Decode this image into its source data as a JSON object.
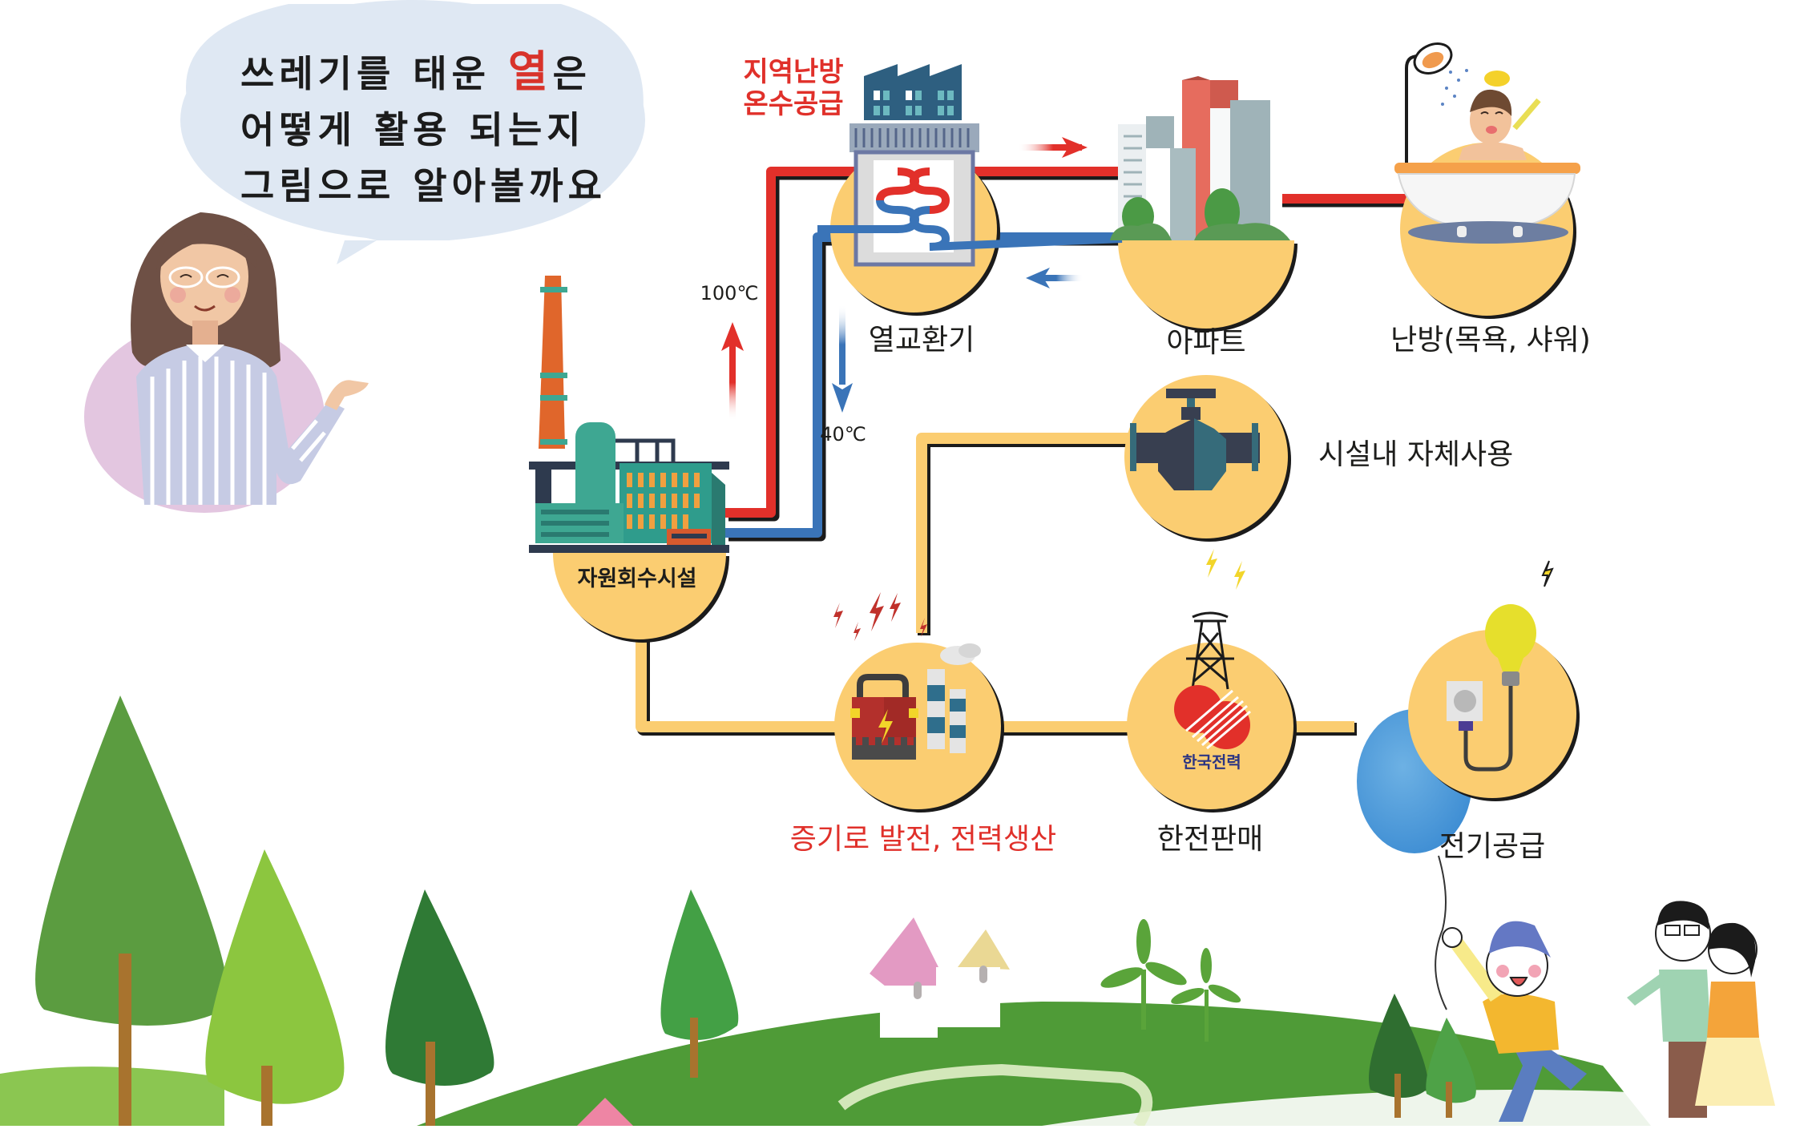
{
  "speech_bubble": {
    "line1_before": "쓰레기를 태운 ",
    "line1_highlight": "열",
    "line1_after": "은",
    "line2": "어떻게 활용 되는지",
    "line3": "그림으로 알아볼까요"
  },
  "diagram": {
    "district_heating_title": [
      "지역난방",
      "온수공급"
    ],
    "temperatures": {
      "supply": "100℃",
      "return": "40℃"
    },
    "nodes": {
      "resource_recovery": {
        "label": "자원회수시설",
        "icon": "incineration-plant-icon"
      },
      "heat_exchanger": {
        "label": "열교환기",
        "icon": "heat-exchanger-icon"
      },
      "apartment": {
        "label": "아파트",
        "icon": "apartment-buildings-icon"
      },
      "heating_bath": {
        "label": "난방(목욕, 샤워)",
        "icon": "bathtub-shower-icon"
      },
      "in_facility_use": {
        "label": "시설내 자체사용",
        "icon": "valve-icon"
      },
      "steam_power": {
        "label": "증기로 발전, 전력생산",
        "icon": "battery-power-plant-icon"
      },
      "kepco_sale": {
        "label": "한전판매",
        "icon": "transmission-tower-icon",
        "logo_text": "한국전력"
      },
      "electricity_supply": {
        "label": "전기공급",
        "icon": "plug-bulb-icon"
      }
    },
    "colors": {
      "hot_pipe": "#e2302a",
      "cold_pipe": "#3a74b8",
      "power_line": "#fbcd71",
      "node_fill": "#fbcd71",
      "highlight_text": "#e0302a"
    }
  }
}
